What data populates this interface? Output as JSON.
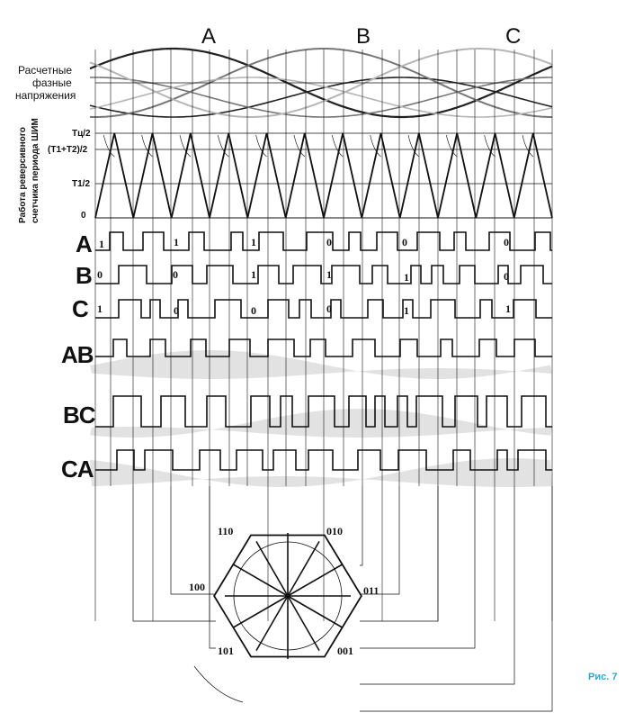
{
  "phase_labels": [
    "A",
    "B",
    "C"
  ],
  "left_labels": {
    "calc_voltages_line1": "Расчетные",
    "calc_voltages_line2": "фазные",
    "calc_voltages_line3": "напряжения",
    "counter_line1": "Работа  реверсивного",
    "counter_line2": "счетчика периода ШИМ"
  },
  "level_labels": {
    "tc2": "Tц/2",
    "t1t2": "(T1+T2)/2",
    "t1": "T1/2",
    "zero": "0"
  },
  "signal_labels": [
    "A",
    "B",
    "C",
    "AB",
    "BC",
    "CA"
  ],
  "bits": {
    "A": [
      "1",
      "1",
      "1",
      "0",
      "0",
      "0"
    ],
    "B": [
      "0",
      "0",
      "1",
      "1",
      "1",
      "0"
    ],
    "C": [
      "1",
      "0",
      "0",
      "0",
      "1",
      "1"
    ]
  },
  "vectors": [
    "110",
    "010",
    "100",
    "011",
    "101",
    "001"
  ],
  "figure_label": "Рис. 7",
  "colors": {
    "ink": "#111111",
    "phase_a": "#222222",
    "phase_b": "#777777",
    "phase_c": "#b5b5b5",
    "envelope": "#e2e2e2",
    "caption": "#29a8d8"
  }
}
